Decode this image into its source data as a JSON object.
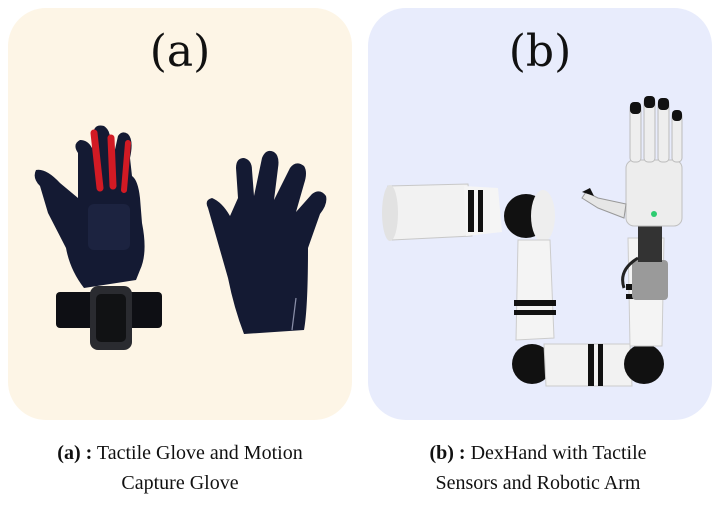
{
  "panel_a": {
    "label": "(a)"
  },
  "panel_b": {
    "label": "(b)"
  },
  "captions": [
    {
      "tag": "(a) :",
      "line1": " Tactile Glove and Motion",
      "line2": "Capture Glove"
    },
    {
      "tag": "(b) :",
      "line1": " DexHand with Tactile",
      "line2": "Sensors and Robotic Arm"
    }
  ],
  "colors": {
    "panel_a_bg": "#fdf5e6",
    "panel_b_bg": "#e8ecfc",
    "glove_dark": "#141a33",
    "glove_accent": "#d21a24",
    "robot_white": "#f2f2f2",
    "robot_black": "#111111"
  }
}
